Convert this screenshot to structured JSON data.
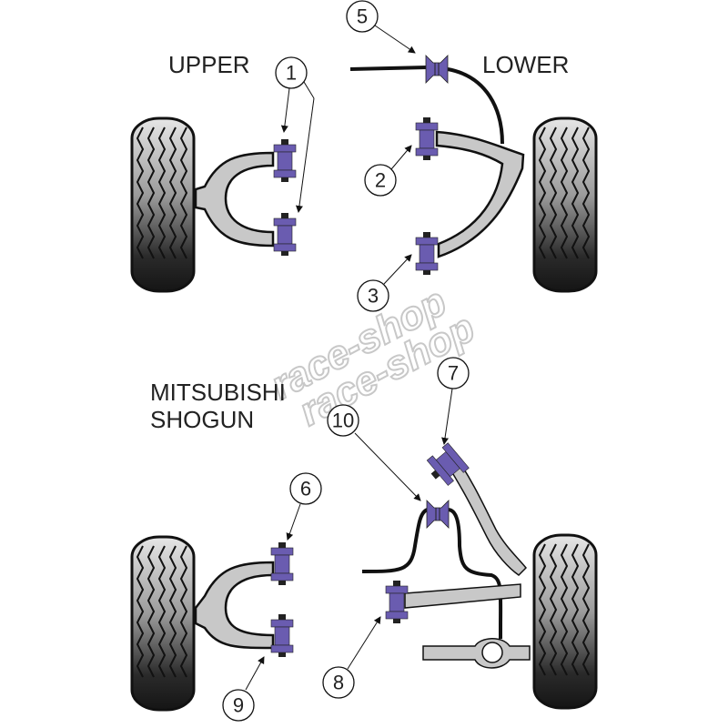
{
  "diagram": {
    "labels": {
      "upper": "UPPER",
      "lower": "LOWER",
      "model_line1": "MITSUBISHI",
      "model_line2": "SHOGUN"
    },
    "watermark": [
      "race-shop",
      "race-shop"
    ],
    "callouts": [
      {
        "id": "1",
        "label": "1"
      },
      {
        "id": "2",
        "label": "2"
      },
      {
        "id": "3",
        "label": "3"
      },
      {
        "id": "5",
        "label": "5"
      },
      {
        "id": "6",
        "label": "6"
      },
      {
        "id": "7",
        "label": "7"
      },
      {
        "id": "8",
        "label": "8"
      },
      {
        "id": "9",
        "label": "9"
      },
      {
        "id": "10",
        "label": "10"
      }
    ],
    "colors": {
      "bushing": "#6a5cb0",
      "arm": "#c8c8c8",
      "outline": "#111111",
      "tire_dark": "#1a1a1a",
      "tire_light": "#d8d8d8"
    }
  }
}
